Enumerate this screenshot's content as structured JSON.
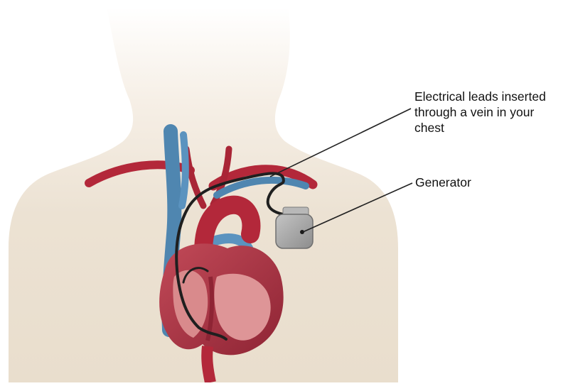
{
  "labels": {
    "leads_line1": "Electrical leads inserted",
    "leads_line2": "through a vein in your",
    "leads_line3": "chest",
    "generator": "Generator"
  },
  "colors": {
    "background": "#ffffff",
    "body_silhouette": "#efe5d7",
    "heart_muscle": "#b23a48",
    "heart_interior": "#d98a8c",
    "artery_red": "#b3283a",
    "vein_blue": "#4f86b0",
    "lead_wire": "#222222",
    "generator_body": "#a6a6a6",
    "label_text": "#111111"
  },
  "icons": {
    "figure": "torso-silhouette",
    "organ": "heart-illustration",
    "device": "pacemaker-generator"
  }
}
